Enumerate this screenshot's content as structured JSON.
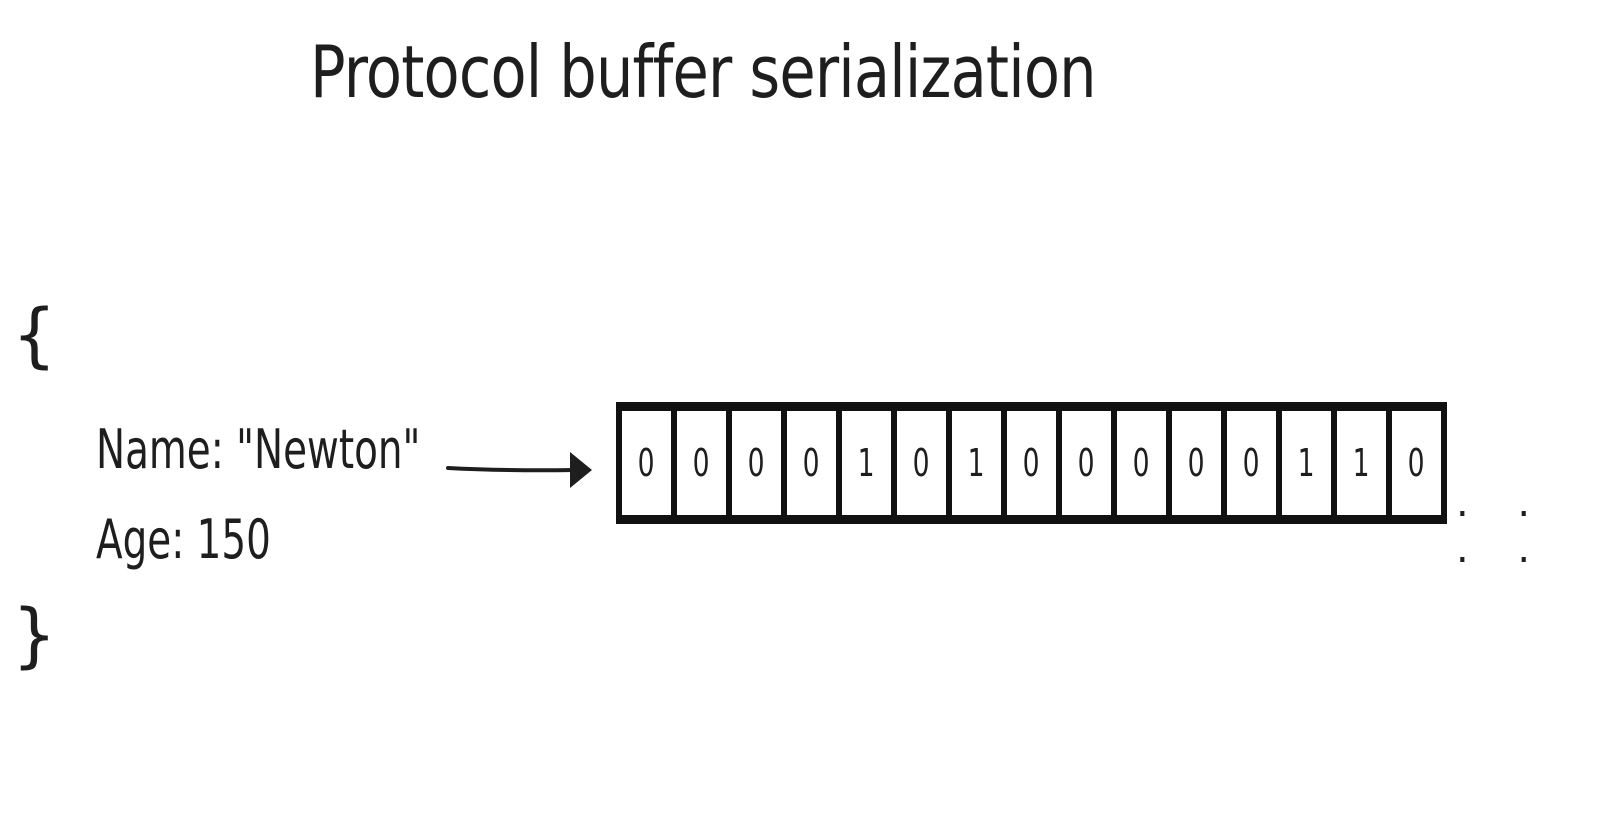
{
  "title": "Protocol buffer serialization",
  "object": {
    "open_brace": "{",
    "close_brace": "}",
    "fields": [
      {
        "text": "Name: \"Newton\""
      },
      {
        "text": "Age: 150"
      }
    ]
  },
  "arrow": {
    "direction": "right",
    "icon": "arrow-right-icon"
  },
  "bits": [
    "0",
    "0",
    "0",
    "0",
    "1",
    "0",
    "1",
    "0",
    "0",
    "0",
    "0",
    "0",
    "1",
    "1",
    "0"
  ],
  "continuation": ". . . .",
  "colors": {
    "stroke": "#1e1e1e",
    "background": "#ffffff"
  }
}
